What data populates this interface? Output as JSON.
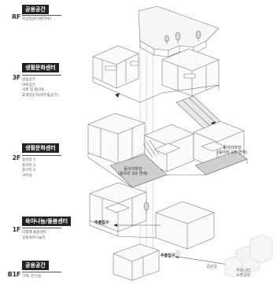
{
  "floors": [
    {
      "code": "RF",
      "title": "공용공간",
      "items": [
        "옥상정원(텃밭마루)"
      ]
    },
    {
      "code": "3F",
      "title": "생활문화센터",
      "items": [
        "방음공간",
        "마루공간",
        "사워 및 탈의실",
        "휴게라운지(마주침공간)"
      ]
    },
    {
      "code": "2F",
      "title": "생활문화센터",
      "items": [
        "동아리 1",
        "동아리 2",
        "동아리 3",
        "사무실"
      ]
    },
    {
      "code": "1F",
      "title": "육아나눔/돌봄센터",
      "items": [
        "다함께 돌봄센터",
        "공동육아나눔터"
      ]
    },
    {
      "code": "B1F",
      "title": "공용공간",
      "items": [
        "기계, 전기실"
      ]
    }
  ],
  "labels": {
    "dongari_yard_left": "동아리마당",
    "dongari_yard_left_sub": "(동아리 3과 연계)",
    "dongari_yard_right": "동아리마당",
    "dongari_yard_right_sub": "(동아리 1과 연계)",
    "entrance_upper": "주출입구",
    "entrance_lower": "주출입구",
    "park": "공원길",
    "community": "커뮤니티",
    "community_line2": "수변공원"
  }
}
